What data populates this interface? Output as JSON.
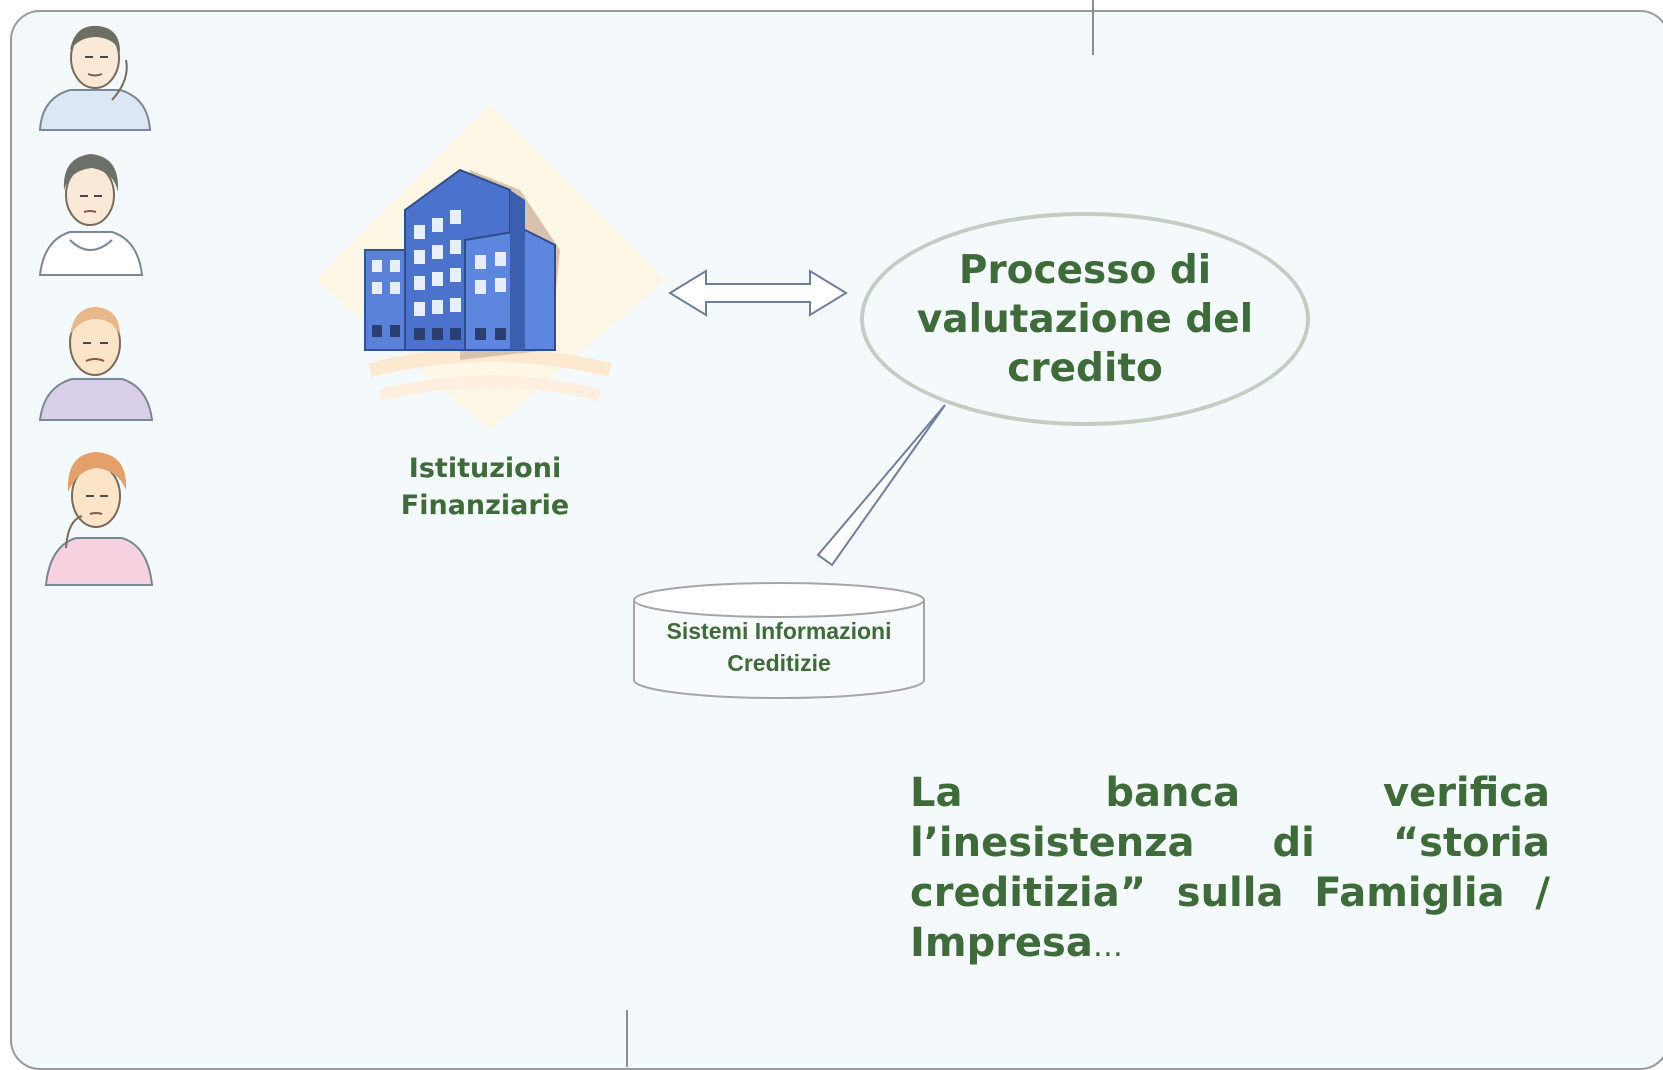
{
  "diagram": {
    "institutions_label": "Istituzioni Finanziarie",
    "process_label": "Processo di valutazione del credito",
    "database_label": "Sistemi Informazioni Creditizie",
    "statement": "La banca verifica l’inesistenza di “storia creditizia” sulla Famiglia / Impresa",
    "statement_ellipsis": "…"
  },
  "colors": {
    "text_green": "#3f6b3b",
    "background": "#f4fafc",
    "building_blue": "#5b82d8"
  },
  "icons": [
    "person-1-icon",
    "person-2-icon",
    "person-3-icon",
    "person-4-icon",
    "buildings-icon",
    "double-arrow-icon",
    "database-icon"
  ]
}
